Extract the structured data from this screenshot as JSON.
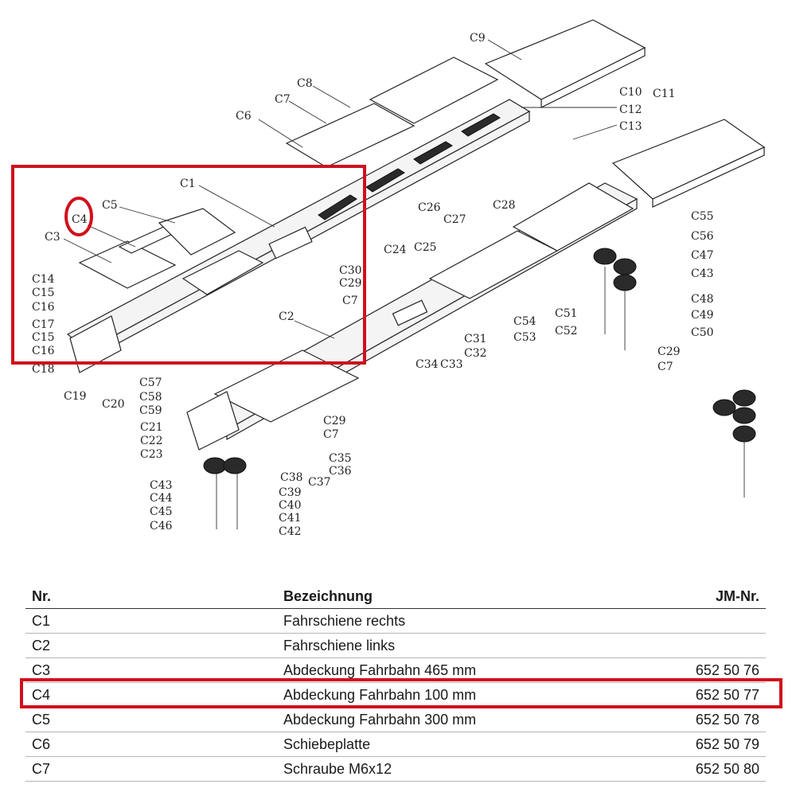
{
  "diagram": {
    "highlight_color": "#d0101c",
    "labels": [
      "C1",
      "C2",
      "C3",
      "C4",
      "C5",
      "C6",
      "C7",
      "C8",
      "C9",
      "C10",
      "C11",
      "C12",
      "C13",
      "C14",
      "C15",
      "C16",
      "C17",
      "C15",
      "C16",
      "C18",
      "C19",
      "C20",
      "C21",
      "C22",
      "C23",
      "C24",
      "C25",
      "C26",
      "C27",
      "C28",
      "C29",
      "C30",
      "C7",
      "C31",
      "C32",
      "C33",
      "C34",
      "C29",
      "C7",
      "C35",
      "C36",
      "C37",
      "C38",
      "C39",
      "C40",
      "C41",
      "C42",
      "C43",
      "C44",
      "C45",
      "C46",
      "C47",
      "C48",
      "C49",
      "C50",
      "C51",
      "C52",
      "C53",
      "C54",
      "C55",
      "C56",
      "C43",
      "C29",
      "C7",
      "C57",
      "C58",
      "C59"
    ]
  },
  "table": {
    "headers": {
      "nr": "Nr.",
      "bezeichnung": "Bezeichnung",
      "jm": "JM-Nr."
    },
    "rows": [
      {
        "nr": "C1",
        "bezeichnung": "Fahrschiene rechts",
        "jm": ""
      },
      {
        "nr": "C2",
        "bezeichnung": "Fahrschiene links",
        "jm": ""
      },
      {
        "nr": "C3",
        "bezeichnung": "Abdeckung Fahrbahn 465 mm",
        "jm": "652 50 76"
      },
      {
        "nr": "C4",
        "bezeichnung": "Abdeckung Fahrbahn 100 mm",
        "jm": "652 50 77"
      },
      {
        "nr": "C5",
        "bezeichnung": "Abdeckung Fahrbahn 300 mm",
        "jm": "652 50 78"
      },
      {
        "nr": "C6",
        "bezeichnung": "Schiebeplatte",
        "jm": "652 50 79"
      },
      {
        "nr": "C7",
        "bezeichnung": "Schraube M6x12",
        "jm": "652 50 80"
      }
    ]
  }
}
